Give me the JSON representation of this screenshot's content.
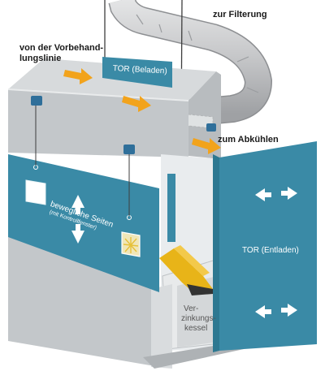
{
  "labels": {
    "filtering": "zur Filterung",
    "from_pretreatment_1": "von der Vorbehand-",
    "from_pretreatment_2": "lungslinie",
    "cooling": "zum Abkühlen",
    "gate_loading": "TOR (Beladen)",
    "gate_unloading": "TOR (Entladen)",
    "movable_sides": "bewegliche Seiten",
    "control_window": "(mit Kontrollfenster)",
    "kettle_1": "Ver-",
    "kettle_2": "zinkungs-",
    "kettle_3": "kessel"
  },
  "colors": {
    "panel_blue": "#3a8aa6",
    "housing_grey": "#c9ccce",
    "housing_dark": "#a9adb1",
    "arrow_orange": "#f2a31c",
    "kettle_yellow": "#e8b418",
    "duct_grey": "#c8c9cb"
  }
}
